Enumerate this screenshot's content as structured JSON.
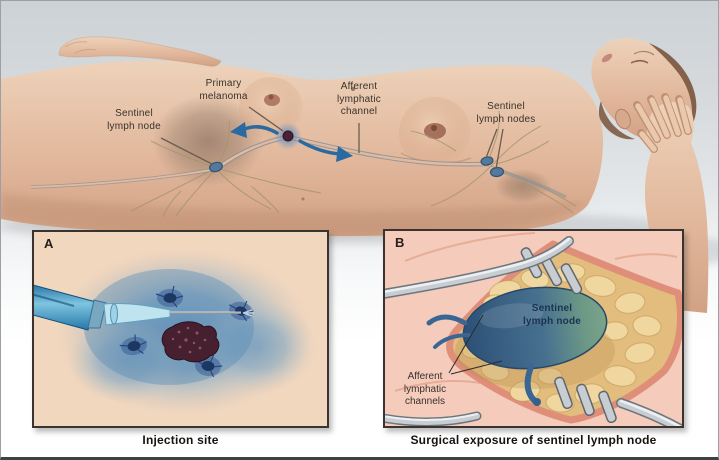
{
  "anatomy_labels": [
    {
      "id": "sentinel-lymph-node",
      "text": "Sentinel\nlymph node"
    },
    {
      "id": "primary-melanoma",
      "text": "Primary\nmelanoma"
    },
    {
      "id": "afferent-lymphatic-channel",
      "text": "Afferent\nlymphatic\nchannel"
    },
    {
      "id": "sentinel-lymph-nodes",
      "text": "Sentinel\nlymph nodes"
    }
  ],
  "panels": {
    "a": {
      "letter": "A",
      "caption": "Injection site"
    },
    "b": {
      "letter": "B",
      "caption": "Surgical exposure of sentinel lymph node",
      "labels": {
        "node": "Sentinel\nlymph node",
        "channels": "Afferent\nlymphatic\nchannels"
      }
    }
  },
  "colors": {
    "background-gray": "#d2d6da",
    "skin": "#e3bca2",
    "skin-shadow": "#c09070",
    "dye-blue": "#6f9cc0",
    "channel-gray": "#8f97a0",
    "arrow-blue": "#2b6aa1",
    "node-blue": "#54799f",
    "melanoma-dark": "#46202f",
    "fat-yellow": "#f0d79f",
    "node-teal": "#6d9a86",
    "retractor-gray": "#c7cdd2",
    "panel-skin-a": "#f2d7bf",
    "panel-skin-b": "#f5cbbb",
    "panel-border": "#3a3330",
    "label-text": "#38332c",
    "caption-text": "#17130f"
  }
}
